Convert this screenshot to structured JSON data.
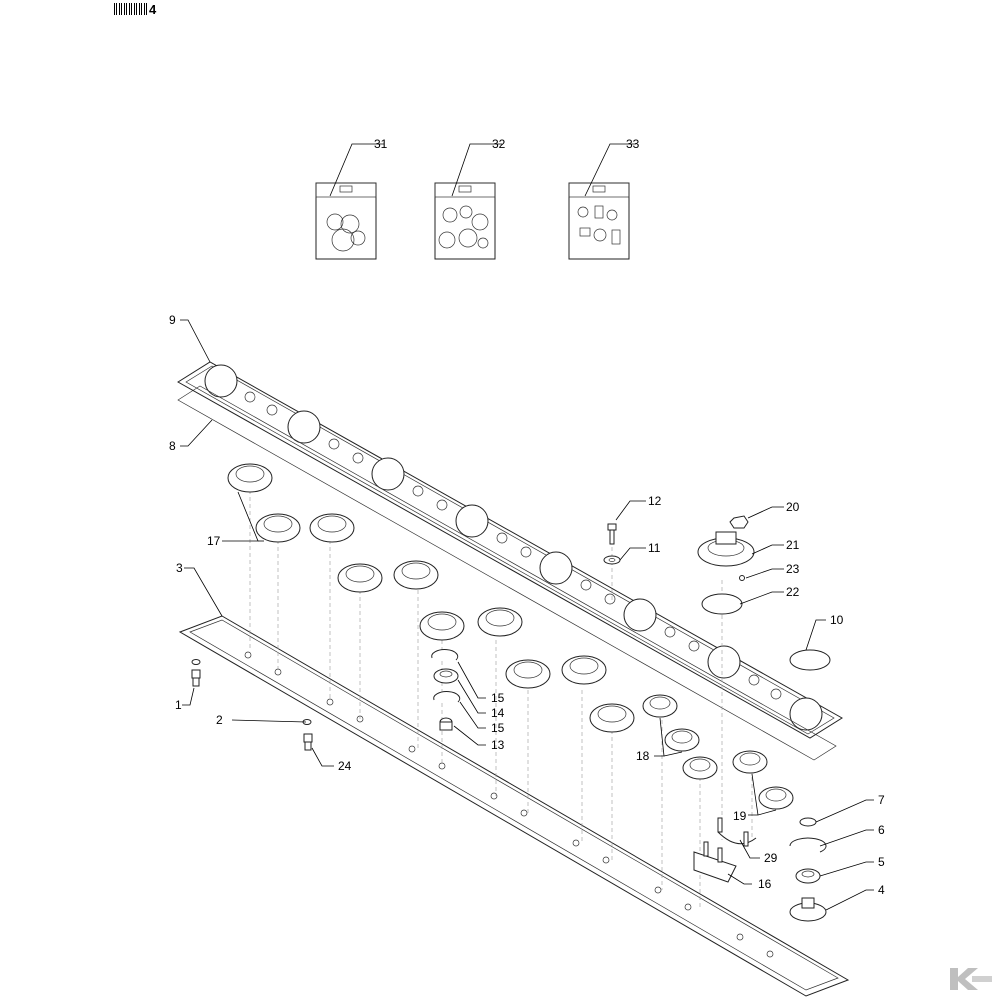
{
  "header": {
    "code_suffix": "4"
  },
  "logo": {
    "name": "brand-logo-icon"
  },
  "callouts": {
    "c1": "1",
    "c2": "2",
    "c3": "3",
    "c4": "4",
    "c5": "5",
    "c6": "6",
    "c7": "7",
    "c8": "8",
    "c9": "9",
    "c10": "10",
    "c11": "11",
    "c12": "12",
    "c13": "13",
    "c14": "14",
    "c15a": "15",
    "c15b": "15",
    "c16": "16",
    "c17": "17",
    "c18": "18",
    "c19": "19",
    "c20": "20",
    "c21": "21",
    "c22": "22",
    "c23": "23",
    "c24": "24",
    "c29": "29",
    "c31": "31",
    "c32": "32",
    "c33": "33"
  }
}
